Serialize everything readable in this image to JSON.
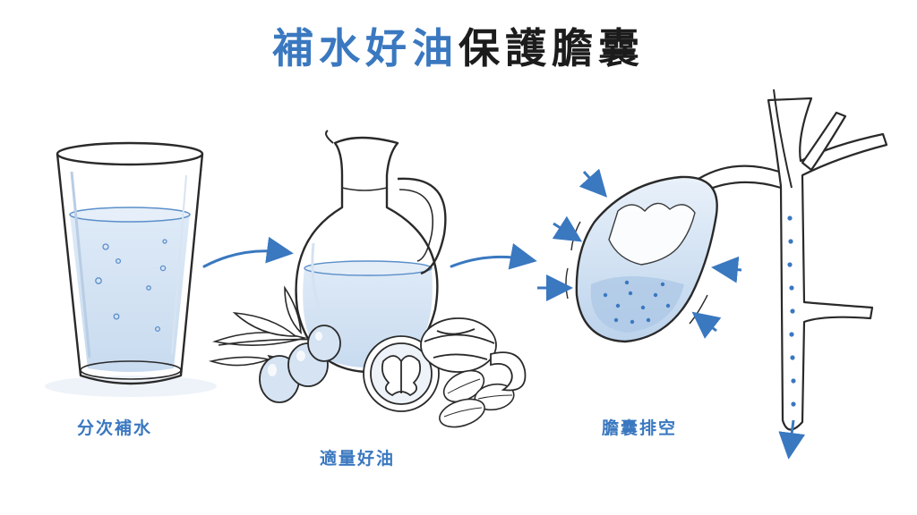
{
  "title": {
    "highlight": "補水好油",
    "rest": "保護膽囊"
  },
  "steps": [
    {
      "label": "分次補水",
      "icon": "water-glass-icon"
    },
    {
      "label": "適量好油",
      "icon": "oil-jug-nuts-olives-icon"
    },
    {
      "label": "膽囊排空",
      "icon": "gallbladder-icon"
    }
  ],
  "colors": {
    "accent": "#3a78c0",
    "title_dark": "#1c1c1c",
    "water_fill": "#cfe0f3",
    "line": "#2a2a2a"
  }
}
